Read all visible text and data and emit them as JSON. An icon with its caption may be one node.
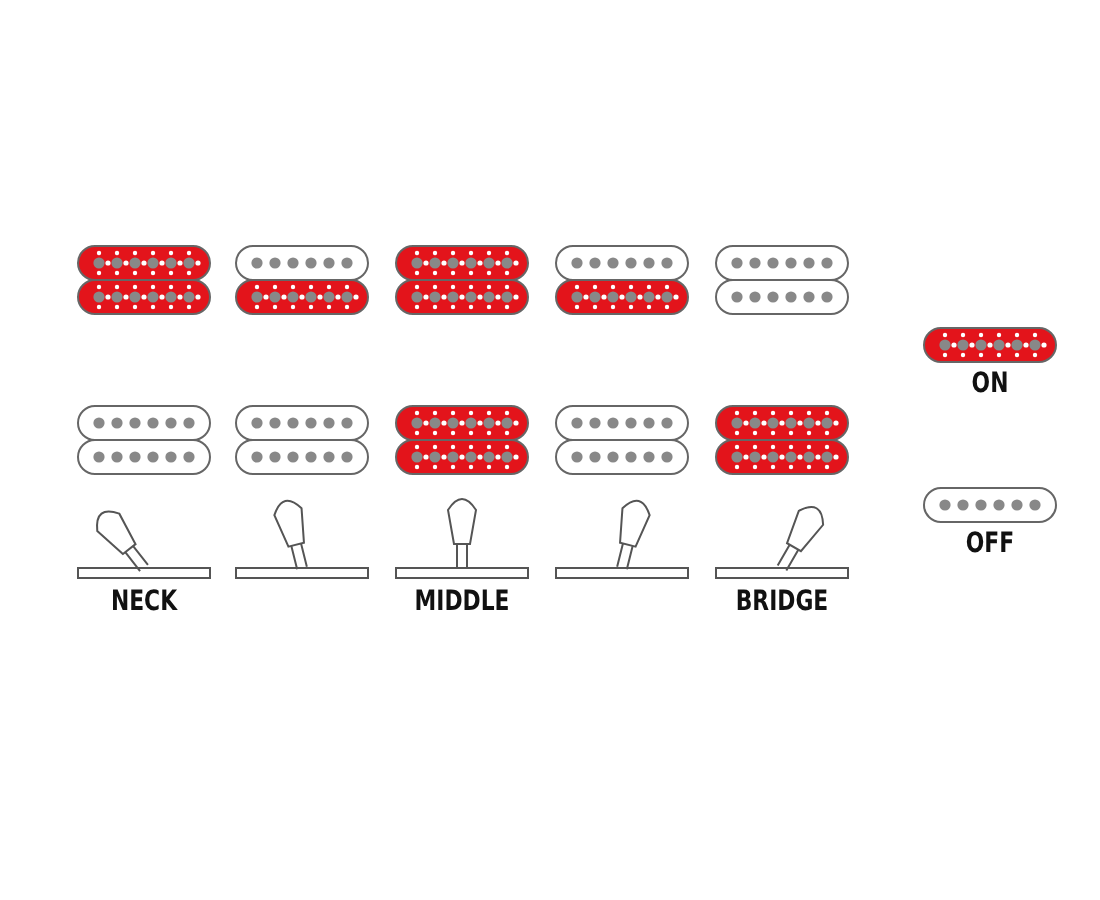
{
  "diagram": {
    "labels": [
      "NECK",
      "MIDDLE",
      "BRIDGE"
    ],
    "legend": [
      {
        "text": "ON",
        "color": "#e3141b"
      },
      {
        "text": "OFF"
      }
    ]
  }
}
